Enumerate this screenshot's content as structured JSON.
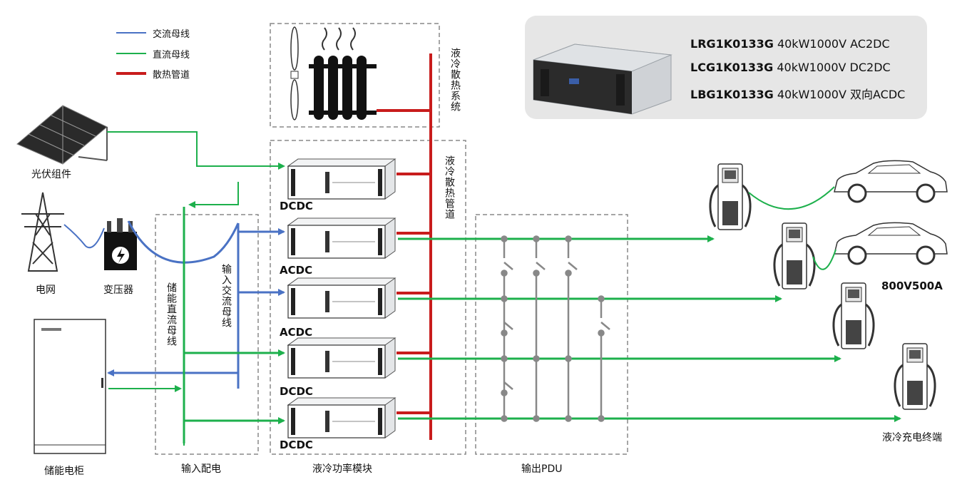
{
  "legend": {
    "ac_bus": "交流母线",
    "dc_bus": "直流母线",
    "cooling_pipe": "散热管道"
  },
  "colors": {
    "ac": "#4a72c4",
    "dc": "#1db04c",
    "pipe": "#c81c1c",
    "dashed_box": "#888888",
    "card_bg": "#e6e6e6"
  },
  "labels": {
    "pv": "光伏组件",
    "grid": "电网",
    "transformer": "变压器",
    "storage_cabinet": "储能电柜",
    "input_distribution": "输入配电",
    "power_module": "液冷功率模块",
    "output_pdu": "输出PDU",
    "terminal": "液冷充电终端",
    "rating": "800V500A",
    "cooling_system": "液冷散热系统",
    "cooling_pipe_v": "液冷散热管道",
    "storage_dc_bus": "储能直流母线",
    "input_ac_bus": "输入交流母线"
  },
  "modules": [
    "DCDC",
    "ACDC",
    "ACDC",
    "DCDC",
    "DCDC"
  ],
  "specs": [
    {
      "model": "LRG1K0133G",
      "desc": "40kW1000V AC2DC"
    },
    {
      "model": "LCG1K0133G",
      "desc": "40kW1000V DC2DC"
    },
    {
      "model": "LBG1K0133G",
      "desc": "40kW1000V 双向ACDC"
    }
  ]
}
